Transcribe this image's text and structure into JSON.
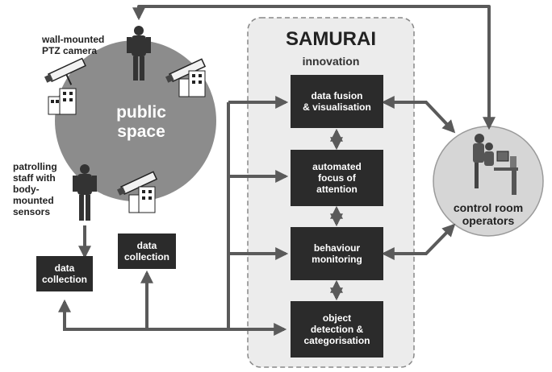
{
  "title": "SAMURAI",
  "subtitle": "innovation",
  "public_space": "public\nspace",
  "camera_label": "wall-mounted\nPTZ camera",
  "staff_label": "patrolling\nstaff with\nbody-\nmounted\nsensors",
  "control_room": "control room\noperators",
  "data_collection_left": "data\ncollection",
  "data_collection_mid": "data\ncollection",
  "process_boxes": {
    "fusion": "data fusion\n& visualisation",
    "focus": "automated\nfocus of\nattention",
    "behaviour": "behaviour\nmonitoring",
    "detection": "object\ndetection &\ncategorisation"
  },
  "icons": {
    "camera": "ptz-camera-icon",
    "building": "building-icon",
    "guard": "security-guard-icon",
    "operators": "operators-workstation-icon"
  },
  "colors": {
    "arrow": "#5a5a5a",
    "box": "#2b2b2b",
    "public_circle": "#8c8c8c",
    "innovation_panel": "#ececec",
    "control_circle": "#d6d6d6"
  }
}
